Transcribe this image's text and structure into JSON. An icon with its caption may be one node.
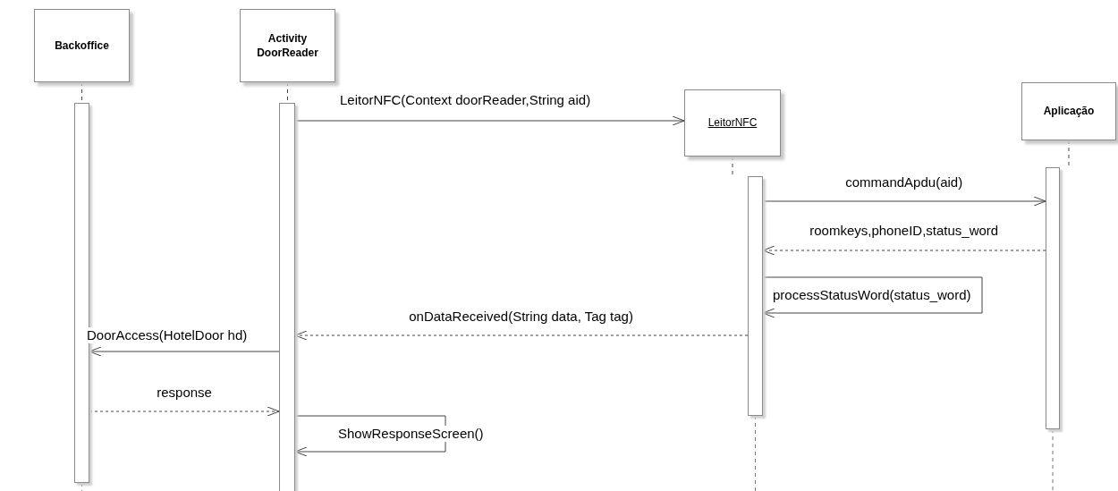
{
  "diagram": {
    "nodes": [
      {
        "text": [
          "Backoffice"
        ]
      },
      {
        "text": [
          "Activity DoorReader"
        ]
      },
      {
        "text": [
          "LeitorNFC"
        ]
      },
      {
        "text": [
          "Aplicação"
        ]
      },
      {
        "text": [],
        "shape": "bar"
      },
      {
        "text": [],
        "shape": "bar"
      },
      {
        "text": [],
        "shape": "bar"
      },
      {
        "text": [],
        "shape": "bar"
      }
    ],
    "edges": [
      {
        "from": 0,
        "to": 4,
        "arrow": "none",
        "style": "dashed"
      },
      {
        "from": 1,
        "to": 5,
        "arrow": "none",
        "style": "dashed"
      },
      {
        "from": 2,
        "to": 6,
        "arrow": "none",
        "style": "dashed"
      },
      {
        "from": 3,
        "to": 7,
        "arrow": "none",
        "style": "dashed"
      },
      {
        "from": 5,
        "to": 2,
        "arrow": "to",
        "label": "LeitorNFC(Context doorReader,String aid)"
      },
      {
        "from": 6,
        "to": 7,
        "arrow": "to",
        "label": "commandApdu(aid)"
      },
      {
        "from": 7,
        "to": 6,
        "arrow": "to",
        "label": "roomkeys,phoneID,status_word",
        "style": "dashed"
      },
      {
        "from": 6,
        "to": 6,
        "arrow": "to",
        "label": "processStatusWord(status_word)"
      },
      {
        "from": 6,
        "to": 5,
        "arrow": "to",
        "label": "onDataReceived(String data, Tag tag)",
        "style": "dashed"
      },
      {
        "from": 5,
        "to": 4,
        "arrow": "to",
        "label": "DoorAccess(HotelDoor hd)"
      },
      {
        "from": 4,
        "to": 5,
        "arrow": "to",
        "label": "response",
        "style": "dashed"
      },
      {
        "from": 5,
        "to": 5,
        "arrow": "to",
        "label": "ShowResponseScreen()"
      }
    ]
  }
}
